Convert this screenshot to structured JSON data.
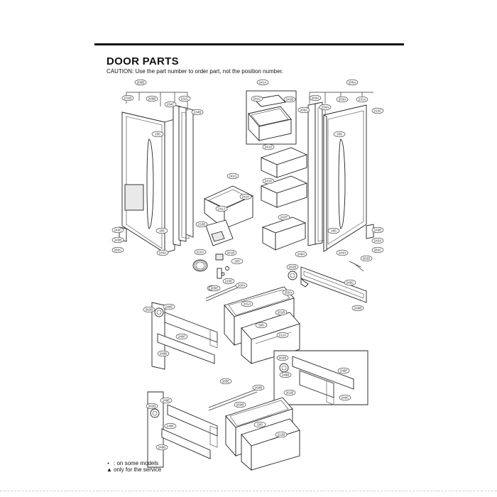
{
  "header": {
    "title": "DOOR PARTS",
    "caution": "CAUTION: Use the part number to order part, not the position number."
  },
  "legend": {
    "star_symbol": "⋆",
    "star_text": ": on some models",
    "triangle_symbol": "▲",
    "triangle_text": "only for the service"
  },
  "part_labels": {
    "left_door_group": "200B",
    "left_door_1": "231B",
    "left_door_2": "206B",
    "left_door_3": "234C",
    "left_door_4": "231C",
    "left_door_5": "234B",
    "left_door_panel": "205",
    "left_hinge_1": "243C",
    "left_hinge_2": "243B",
    "left_hinge_3": "282C",
    "left_door_bottom": "205",
    "left_door_cap": "244A",
    "bin_group_top": "241A",
    "bin_top_a": "241C",
    "bin_top_b": "241B",
    "bin_right_1": "241D",
    "bin_right_2": "241D",
    "bin_right_3": "241E",
    "bin_middle_group": "241G",
    "bin_middle_a": "241H",
    "bin_middle_b": "241J",
    "dispenser_cover": "210B",
    "water_coil": "215A",
    "dispenser_part_1": "261B",
    "dispenser_part_2": "265",
    "dispenser_part_3": "215D",
    "dispenser_part_4": "250",
    "right_door_group": "200A",
    "right_door_1": "203A",
    "right_door_2": "203A",
    "right_door_3": "231A",
    "right_door_4": "213C",
    "right_door_5": "206A",
    "right_door_6": "234A",
    "right_door_panel": "205",
    "right_hinge_1": "243E",
    "right_hinge_2": "243A",
    "right_hinge_3": "282C",
    "right_door_bottom": "205",
    "right_door_cap": "244A",
    "right_cable": "282D",
    "drawer1_rail_group": "249A",
    "drawer1_roller": "262B",
    "drawer1_rail_a": "249C",
    "drawer1_rail_b": "249B",
    "drawer1_gasket_strip": "285E",
    "drawer1_gasket": "260A",
    "drawer1_gasket_b": "250A",
    "drawer1_front_a": "201B",
    "drawer1_front_b": "201A",
    "drawer1_panel": "505",
    "drawer1_handle": "212A",
    "left_rail_1_roller": "262B",
    "left_rail_1_a": "249E",
    "left_rail_1_b": "249F",
    "left_rail_1_c": "249B",
    "right_rail_2_roller": "262B",
    "right_rail_2_a": "249C",
    "right_rail_2_b": "249F",
    "right_rail_2_c": "249B",
    "drawer2_gasket_strip": "285E",
    "drawer2_gasket": "260B",
    "drawer2_gasket_b": "250B",
    "drawer2_front": "201B",
    "drawer2_panel": "505",
    "drawer2_handle": "212B",
    "left_rail_2_roller": "262B",
    "left_rail_2_a": "249E",
    "left_rail_2_b": "249F",
    "left_rail_2_c": "249B"
  }
}
